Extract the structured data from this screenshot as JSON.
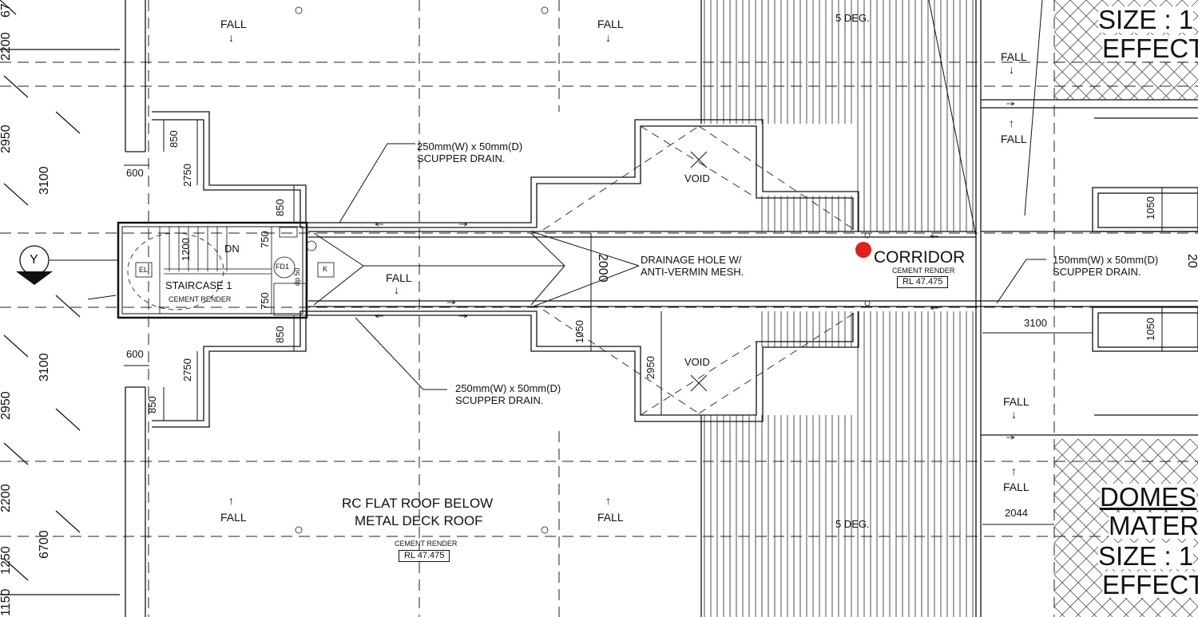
{
  "drawing": {
    "fall_label": "FALL",
    "deg_label": "5 DEG.",
    "void_label": "VOID",
    "corridor": {
      "title": "CORRIDOR",
      "finish": "CEMENT RENDER",
      "level": "RL 47.475"
    },
    "roof": {
      "line1": "RC FLAT ROOF BELOW",
      "line2": "METAL DECK ROOF",
      "finish": "CEMENT RENDER",
      "level": "RL 47.475"
    },
    "staircase": {
      "title": "STAIRCASE 1",
      "finish": "CEMENT RENDER",
      "dn": "DN",
      "el": "EL",
      "k": "K",
      "fd": "FD1",
      "dp": "dp 50"
    },
    "grid_marker": "Y",
    "notes": {
      "scupper_250": [
        "250mm(W) x 50mm(D)",
        "SCUPPER DRAIN."
      ],
      "scupper_150": [
        "150mm(W) x 50mm(D)",
        "SCUPPER DRAIN."
      ],
      "drainage": [
        "DRAINAGE HOLE W/",
        "ANTI-VERMIN MESH."
      ]
    },
    "dimensions": {
      "d2000": "2000",
      "d3100": "3100",
      "d2044": "2044",
      "d1050": "1050",
      "d2950": "2950",
      "d2750": "2750",
      "d850": "850",
      "d750": "750",
      "d1200": "1200",
      "d600": "600",
      "d2200": "2200",
      "d6700": "6700",
      "d1250": "1250",
      "d1150": "1150",
      "d67": "67",
      "d20": "20"
    },
    "right_labels": {
      "size_top": "SIZE : 1",
      "effect_top": "EFFECT",
      "domestic": "DOMES",
      "mater": "MATER",
      "size_bottom": "SIZE : 1",
      "effect_bottom": "EFFECT"
    },
    "colors": {
      "line": "#111111",
      "marker": "#e0201b"
    }
  }
}
